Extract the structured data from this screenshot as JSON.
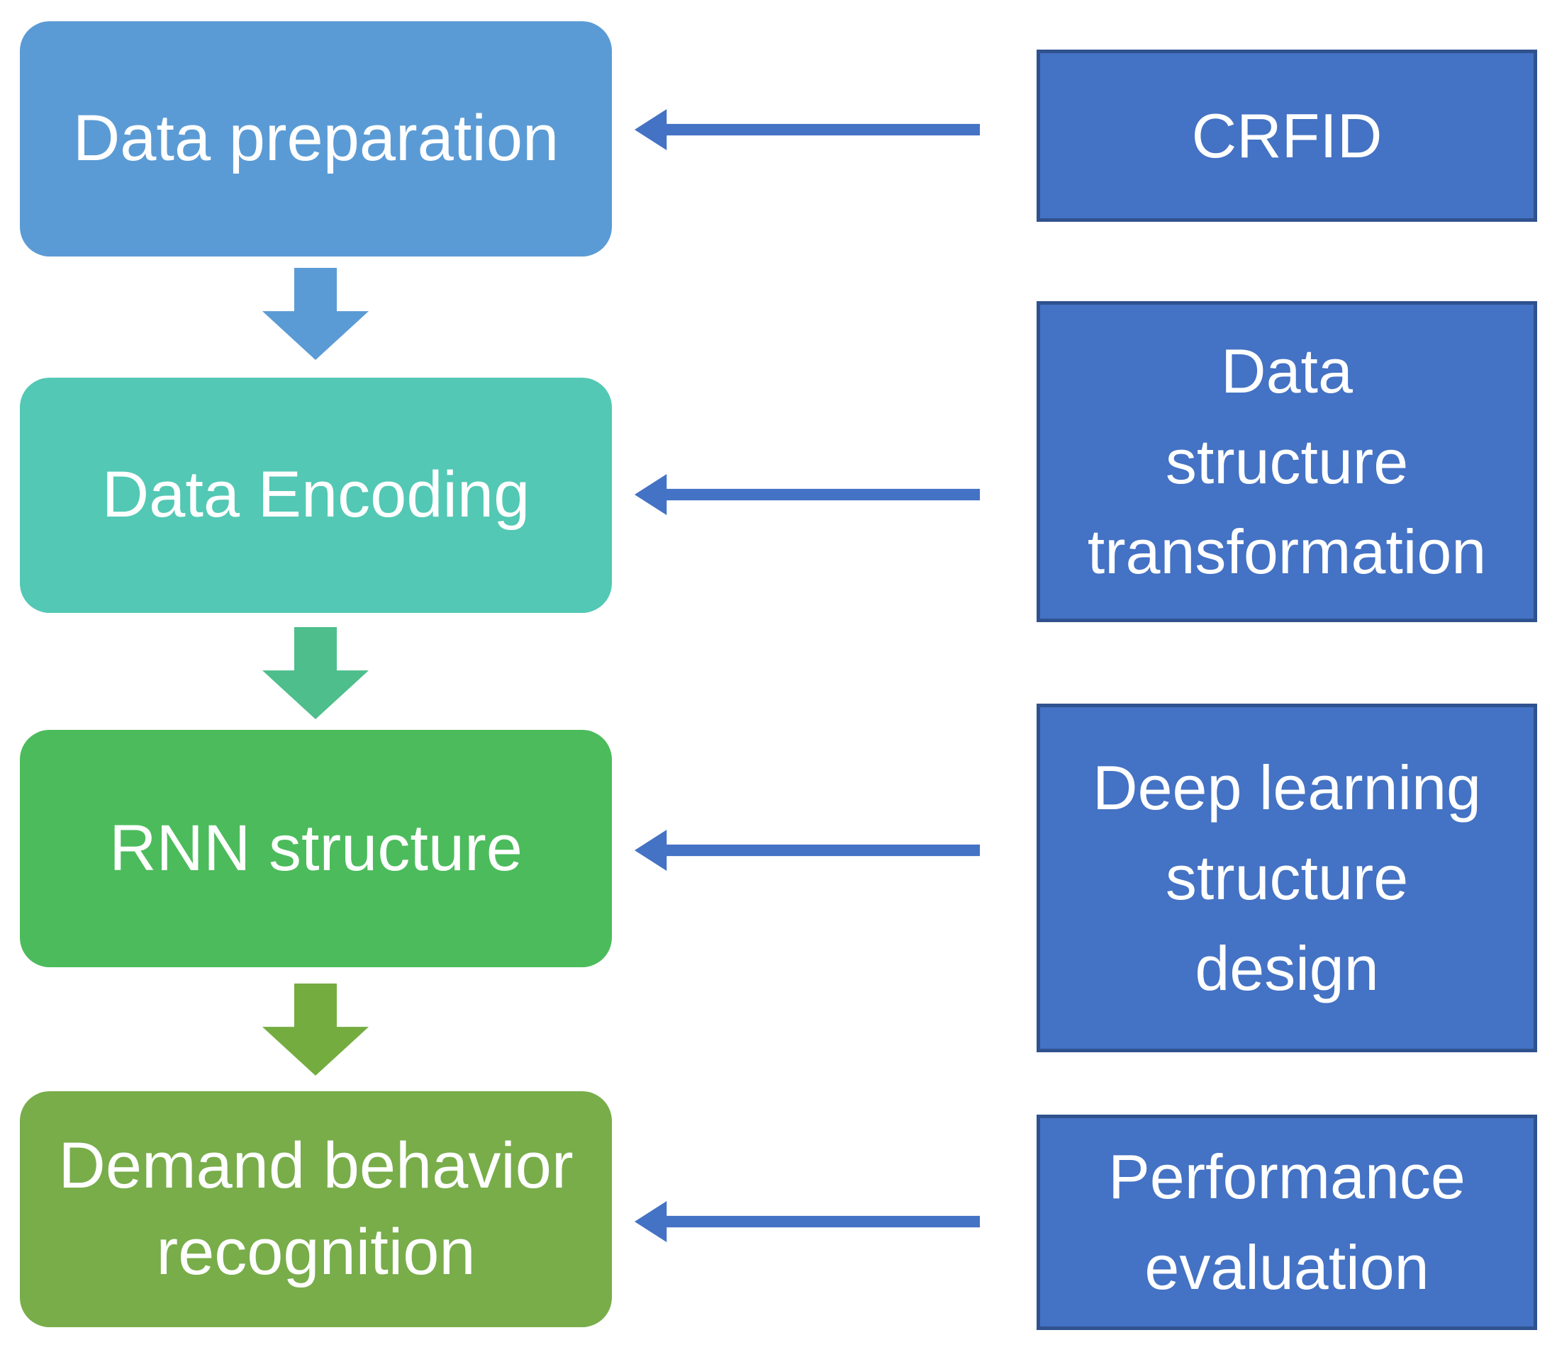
{
  "diagram": {
    "background_color": "#FFFFFF",
    "text_color": "#FFFFFF",
    "left_steps": [
      {
        "label": "Data preparation",
        "lines": [
          "Data preparation"
        ],
        "color": "#5B9BD5"
      },
      {
        "label": "Data Encoding",
        "lines": [
          "Data Encoding"
        ],
        "color": "#53C8B4"
      },
      {
        "label": "RNN structure",
        "lines": [
          "RNN structure"
        ],
        "color": "#4CBB5C"
      },
      {
        "label": "Demand behavior recognition",
        "lines": [
          "Demand behavior",
          "recognition"
        ],
        "color": "#78AD4A"
      }
    ],
    "down_arrows": [
      {
        "name": "down-arrow-1",
        "color": "#5B9BD5"
      },
      {
        "name": "down-arrow-2",
        "color": "#4DBE8C"
      },
      {
        "name": "down-arrow-3",
        "color": "#74AC40"
      }
    ],
    "right_notes": [
      {
        "label": "CRFID",
        "lines": [
          "CRFID"
        ]
      },
      {
        "label": "Data structure transformation",
        "lines": [
          "Data",
          "structure",
          "transformation"
        ]
      },
      {
        "label": "Deep learning structure design",
        "lines": [
          "Deep learning",
          "structure",
          "design"
        ]
      },
      {
        "label": "Performance evaluation",
        "lines": [
          "Performance",
          "evaluation"
        ]
      }
    ],
    "note_style": {
      "fill": "#4472C4",
      "border": "#2F528F"
    },
    "connector_arrow_color": "#4472C4"
  }
}
